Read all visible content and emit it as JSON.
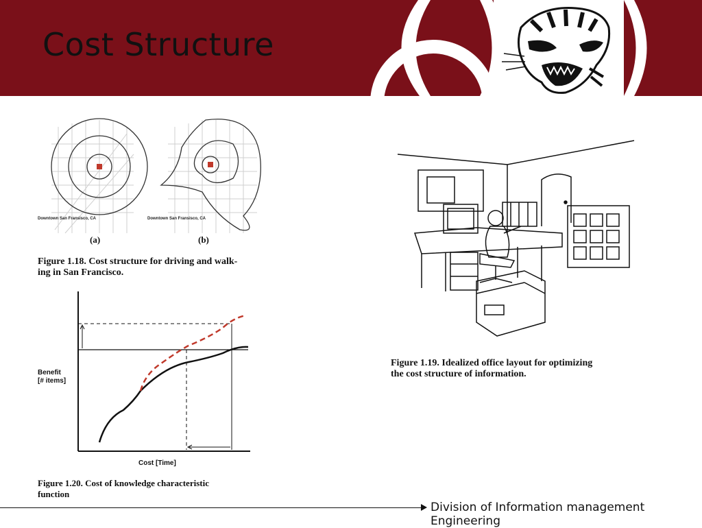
{
  "slide": {
    "title": "Cost Structure",
    "footer": "Division of Information management Engineering",
    "colors": {
      "header": "#7a1019",
      "accent_red": "#c0392b"
    }
  },
  "figure_1_18": {
    "map_a_label": "Downtown San Fransisco, CA",
    "map_b_label": "Downtown San Fransisco, CA",
    "sub_a": "(a)",
    "sub_b": "(b)",
    "caption_line1": "Figure 1.18. Cost structure for driving and walk-",
    "caption_line2": "ing in San Francisco."
  },
  "figure_1_19": {
    "caption_line1": "Figure 1.19. Idealized office layout for optimizing",
    "caption_line2": "the cost structure of information."
  },
  "figure_1_20": {
    "ylabel_line1": "Benefit",
    "ylabel_line2": "[# items]",
    "xlabel": "Cost  [Time]",
    "caption_line1": "Figure  1.20.  Cost  of  knowledge  characteristic",
    "caption_line2": "function"
  },
  "logo": {
    "icon": "tiger-head-icon"
  }
}
